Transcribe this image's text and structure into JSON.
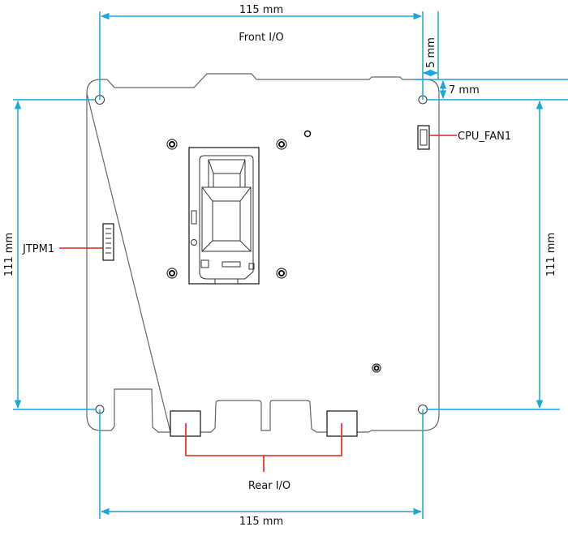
{
  "title": "Motherboard layout dimensions",
  "labels": {
    "front_io": "Front I/O",
    "rear_io": "Rear I/O",
    "cpu_fan": "CPU_FAN1",
    "jtpm": "JTPM1"
  },
  "dimensions": {
    "top_width": "115 mm",
    "bottom_width": "115 mm",
    "left_height": "111 mm",
    "right_height": "111 mm",
    "offset_x": "5 mm",
    "offset_y": "7 mm"
  },
  "colors": {
    "dimension": "#1aa7dd",
    "callout": "#e0231c",
    "outline": "#666666"
  }
}
